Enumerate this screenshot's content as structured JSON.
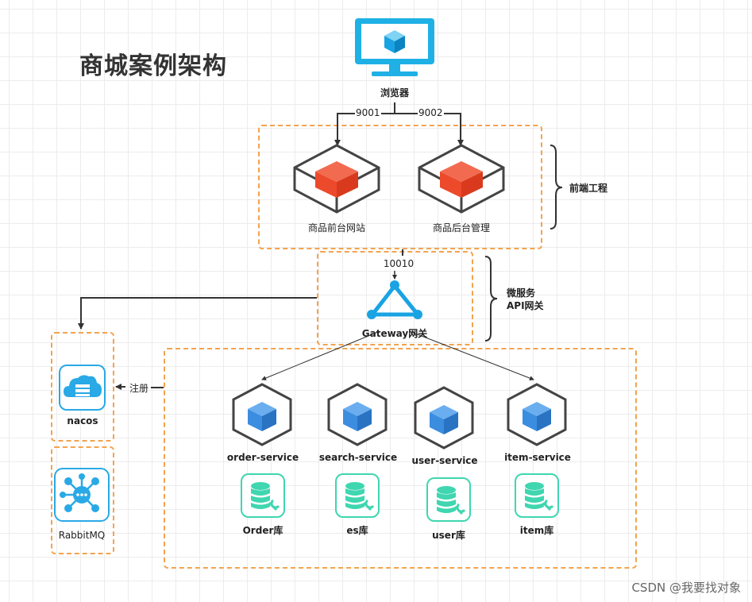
{
  "title": "商城案例架构",
  "browser": {
    "label": "浏览器"
  },
  "ports": {
    "p1": "9001",
    "p2": "9002",
    "gateway": "10010"
  },
  "frontend": {
    "group_label": "前端工程",
    "apps": [
      {
        "label": "商品前台网站"
      },
      {
        "label": "商品后台管理"
      }
    ]
  },
  "gateway": {
    "group_label_1": "微服务",
    "group_label_2": "API网关",
    "label": "Gateway网关"
  },
  "nacos": {
    "label": "nacos",
    "register_label": "注册"
  },
  "rabbitmq": {
    "label": "RabbitMQ"
  },
  "services": [
    {
      "name": "order-service",
      "db": "Order库"
    },
    {
      "name": "search-service",
      "db": "es库"
    },
    {
      "name": "user-service",
      "db": "user库"
    },
    {
      "name": "item-service",
      "db": "item库"
    }
  ],
  "watermark": "CSDN @我要找对象",
  "colors": {
    "dash_border": "#f3a34e",
    "monitor_blue": "#1fb0e6",
    "frontend_cube_red": "#ec4a2b",
    "service_cube_blue": "#3b8de0",
    "db_green": "#3fd6b0",
    "nacos_blue": "#29a9e6",
    "gateway_blue": "#1aa3e3"
  },
  "icons": [
    "monitor-icon",
    "hex-cube-icon",
    "gateway-triangle-icon",
    "cloud-server-icon",
    "message-queue-icon",
    "database-icon"
  ]
}
